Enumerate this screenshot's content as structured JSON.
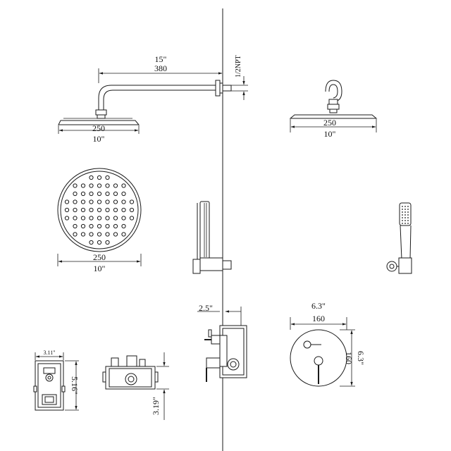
{
  "labels": {
    "arm_len_in": "15\"",
    "arm_len_mm": "380",
    "pipe_thread": "1/2NPT",
    "side_head_mm": "250",
    "side_head_in": "10\"",
    "front_head_mm": "250",
    "front_head_in": "10\"",
    "plate_head_mm": "250",
    "plate_head_in": "10\"",
    "valve_depth_in": "2.5\"",
    "plate_w_in": "6.3\"",
    "plate_w_mm": "160",
    "plate_h_mm": "160",
    "plate_h_in": "6.3\"",
    "box_w_in": "3.11\"",
    "box_h_in": "5.16\"",
    "box_depth_in": "3.19\""
  }
}
